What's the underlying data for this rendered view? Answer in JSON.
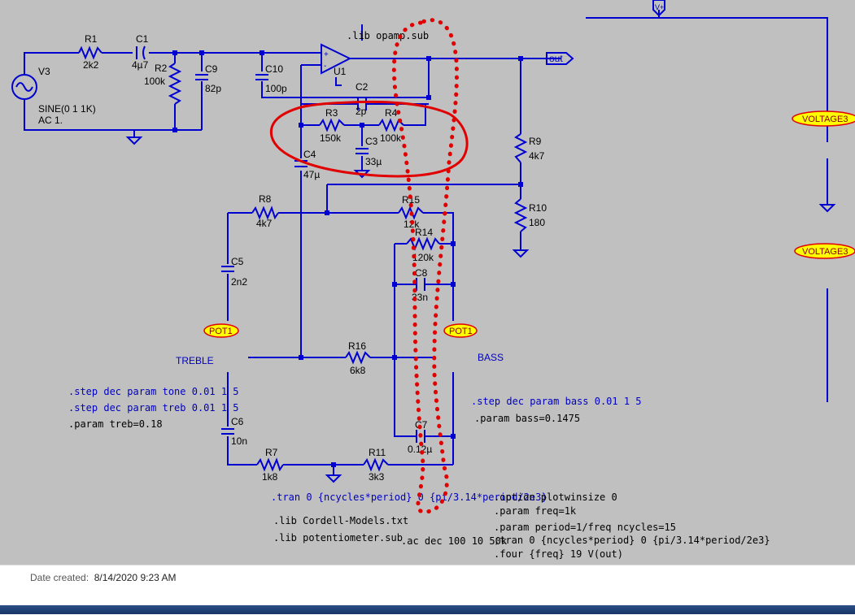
{
  "schematic": {
    "components": {
      "v3": {
        "name": "V3",
        "value1": "SINE(0 1 1K)",
        "value2": "AC 1."
      },
      "r1": {
        "name": "R1",
        "value": "2k2"
      },
      "c1": {
        "name": "C1",
        "value": "4µ7"
      },
      "r2": {
        "name": "R2",
        "value": "100k"
      },
      "c9": {
        "name": "C9",
        "value": "82p"
      },
      "c10": {
        "name": "C10",
        "value": "100p"
      },
      "u1": {
        "name": "U1"
      },
      "c2": {
        "name": "C2",
        "value": "2p"
      },
      "r3": {
        "name": "R3",
        "value": "150k"
      },
      "r4": {
        "name": "R4",
        "value": "100k"
      },
      "c3": {
        "name": "C3",
        "value": "33µ"
      },
      "c4": {
        "name": "C4",
        "value": "47µ"
      },
      "r9": {
        "name": "R9",
        "value": "4k7"
      },
      "r10": {
        "name": "R10",
        "value": "180"
      },
      "r8": {
        "name": "R8",
        "value": "4k7"
      },
      "r15": {
        "name": "R15",
        "value": "12k"
      },
      "r14": {
        "name": "R14",
        "value": "120k"
      },
      "c8": {
        "name": "C8",
        "value": "33n"
      },
      "c5": {
        "name": "C5",
        "value": "2n2"
      },
      "r16": {
        "name": "R16",
        "value": "6k8"
      },
      "c6": {
        "name": "C6",
        "value": "10n"
      },
      "r7": {
        "name": "R7",
        "value": "1k8"
      },
      "r11": {
        "name": "R11",
        "value": "3k3"
      },
      "c7": {
        "name": "C7",
        "value": "0.12µ"
      }
    },
    "net_labels": {
      "treble": "TREBLE",
      "bass": "BASS",
      "out": "out",
      "vplus": "V+"
    },
    "flags": {
      "poti_left": "POT1",
      "poti_right": "POT1",
      "voltage_top": "VOLTAGE3",
      "voltage_bottom": "VOLTAGE3"
    },
    "directives": {
      "lib_opamp": ".lib opamp.sub",
      "step_tone": ".step dec param tone 0.01 1 5",
      "step_treb": ".step dec param treb 0.01 1 5",
      "param_treb": ".param treb=0.18",
      "step_bass": ".step dec param bass 0.01 1 5",
      "param_bass": ".param bass=0.1475",
      "tran": ".tran 0 {ncycles*period} 0 {pi/3.14*period/2e3}",
      "lib_cordell": ".lib Cordell-Models.txt",
      "lib_pot": ".lib potentiometer.sub",
      "ac": ".ac dec 100 10 50k",
      "option": ".option plotwinsize 0",
      "param_freq": ".param freq=1k",
      "param_period": ".param period=1/freq ncycles=15",
      "tran_comment": ";tran 0 {ncycles*period} 0 {pi/3.14*period/2e3}",
      "four": ".four {freq} 19 V(out)"
    }
  },
  "statusbar": {
    "date_label": "Date created:",
    "date_value": "8/14/2020 9:23 AM"
  },
  "colors": {
    "wire": "#0000d0",
    "background": "#c0c0c0",
    "annotation": "#e00000"
  }
}
